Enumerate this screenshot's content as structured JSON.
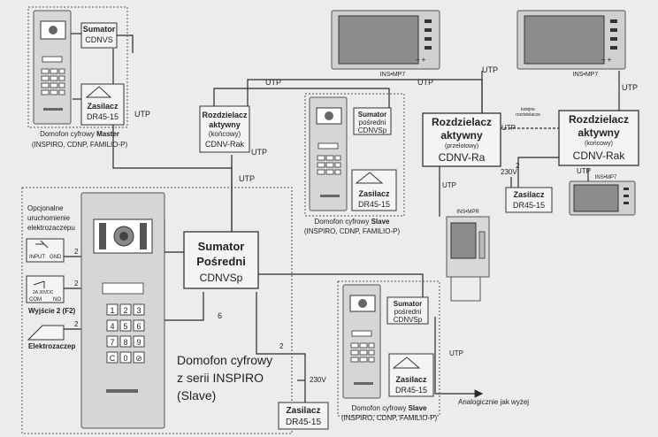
{
  "master": {
    "device_caption": "Domofon cyfrowy",
    "device_caption_bold": "Master",
    "device_subcaption": "(INSPIRO, CDNP, FAMILIO-P)",
    "sumator_title": "Sumator",
    "sumator_model": "CDNVS",
    "zasilacz_title": "Zasilacz",
    "zasilacz_model": "DR45-15",
    "utp": "UTP"
  },
  "rozdzielacz_left": {
    "title_line1": "Rozdzielacz",
    "title_line2": "aktywny",
    "subtitle": "(końcowy)",
    "model": "CDNV-Rak",
    "utp_top": "UTP",
    "utp_bottom": "UTP"
  },
  "slave_mid": {
    "sumator_title": "Sumator",
    "sumator_sub": "pośredni",
    "sumator_model": "CDNVSp",
    "zasilacz_title": "Zasilacz",
    "zasilacz_model": "DR45-15",
    "caption": "Domofon cyfrowy",
    "caption_bold": "Slave",
    "subcaption": "(INSPIRO, CDNP, FAMILIO-P)",
    "utp_left": "UTP",
    "utp_top": "UTP"
  },
  "monitors": {
    "label1": "INS•MP7",
    "label2": "INS•MP7",
    "label3": "INS•MP7",
    "label_mpr": "INS•MPR",
    "utp1": "UTP",
    "utp2": "UTP",
    "utp3": "UTP",
    "utp4": "UTP",
    "utp5": "UTP"
  },
  "rozdzielacz_przelotowy": {
    "title_line1": "Rozdzielacz",
    "title_line2": "aktywny",
    "subtitle": "(przelotowy)",
    "model": "CDNV-Ra"
  },
  "rozdzielacz_right": {
    "title_line1": "Rozdzielacz",
    "title_line2": "aktywny",
    "subtitle": "(końcowy)",
    "model": "CDNV-Rak",
    "note_line1": "kolejne",
    "note_line2": "rozdzielacze",
    "zasilacz_title": "Zasilacz",
    "zasilacz_model": "DR45-15",
    "voltage": "230V",
    "wire": "2"
  },
  "slave_main": {
    "opcjonalne_line1": "Opcjonalne",
    "opcjonalne_line2": "uruchomienie",
    "opcjonalne_line3": "elektrozaczepu",
    "input_label": "INPUT",
    "gnd_label": "GND",
    "relay_rating": "2A 30VDC",
    "com_label": "COM",
    "no_label": "NO",
    "wyjscie": "Wyjście 2 (F2)",
    "elektrozaczep": "Elektrozaczep",
    "wire_input": "2",
    "wire_out": "2",
    "wire_lock": "2",
    "wire_six": "6",
    "keys": [
      "1",
      "2",
      "3",
      "4",
      "5",
      "6",
      "7",
      "8",
      "9",
      "C",
      "0",
      "⊘"
    ],
    "caption_line1": "Domofon cyfrowy",
    "caption_line2": "z serii INSPIRO",
    "caption_line3": "(Slave)",
    "sumator_title_line1": "Sumator",
    "sumator_title_line2": "Pośredni",
    "sumator_model": "CDNVSp",
    "zasilacz_title": "Zasilacz",
    "zasilacz_model": "DR45-15",
    "voltage": "230V",
    "wire_psu": "2"
  },
  "slave_low": {
    "sumator_title": "Sumator",
    "sumator_sub": "pośredni",
    "sumator_model": "CDNVSp",
    "zasilacz_title": "Zasilacz",
    "zasilacz_model": "DR45-15",
    "caption": "Domofon cyfrowy",
    "caption_bold": "Slave",
    "subcaption": "(INSPIRO, CDNP, FAMILIO-P)",
    "utp": "UTP",
    "analog_note": "Analogicznie jak wyżej"
  },
  "colors": {
    "line": "#2a2a2a",
    "panel": "#d8d8d8",
    "box": "#f4f4f4"
  }
}
